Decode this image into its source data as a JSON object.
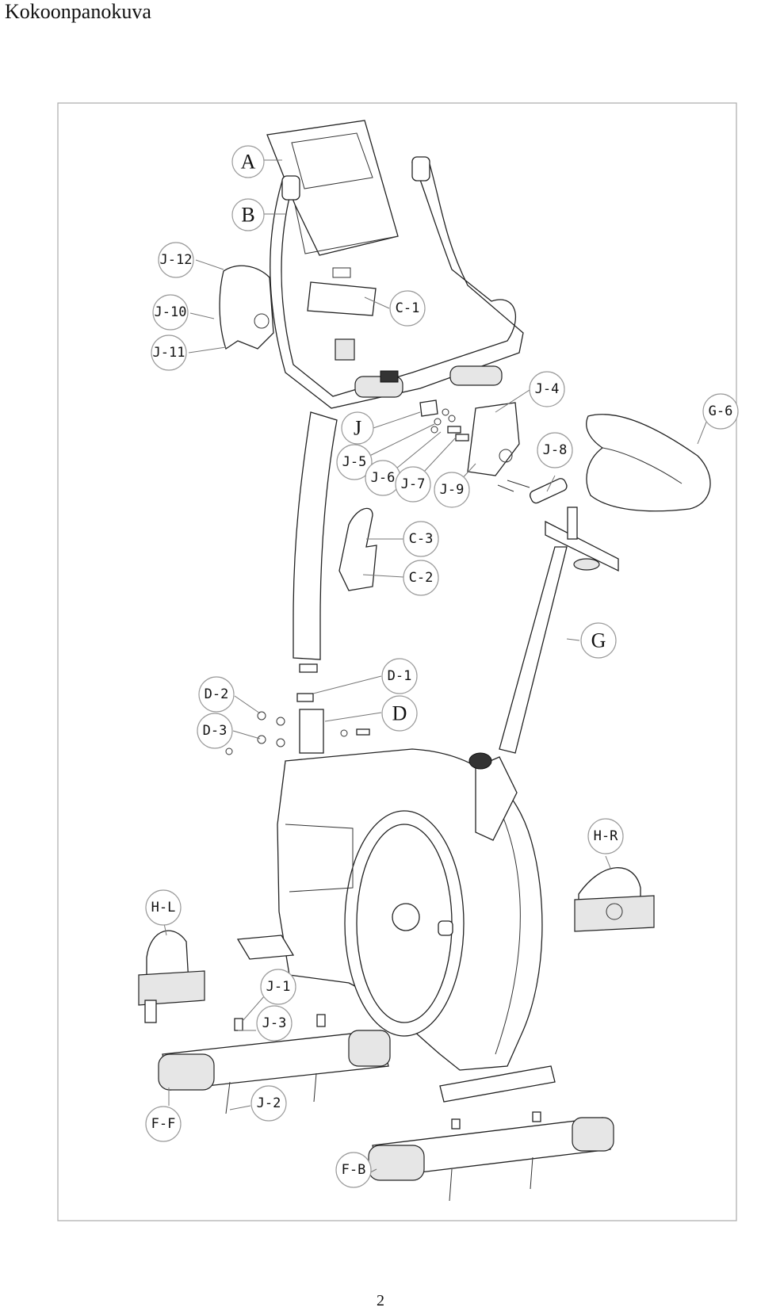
{
  "page": {
    "title": "Kokoonpanokuva",
    "number": "2"
  },
  "callouts": {
    "A": "A",
    "B": "B",
    "J12": "J-12",
    "J10": "J-10",
    "J11": "J-11",
    "C1": "C-1",
    "J4": "J-4",
    "G6": "G-6",
    "J": "J",
    "J5": "J-5",
    "J6": "J-6",
    "J7": "J-7",
    "J9": "J-9",
    "J8": "J-8",
    "C3": "C-3",
    "C2": "C-2",
    "G": "G",
    "D1": "D-1",
    "D2": "D-2",
    "D": "D",
    "D3": "D-3",
    "HR": "H-R",
    "HL": "H-L",
    "J1": "J-1",
    "J3": "J-3",
    "J2": "J-2",
    "FF": "F-F",
    "FB": "F-B"
  }
}
